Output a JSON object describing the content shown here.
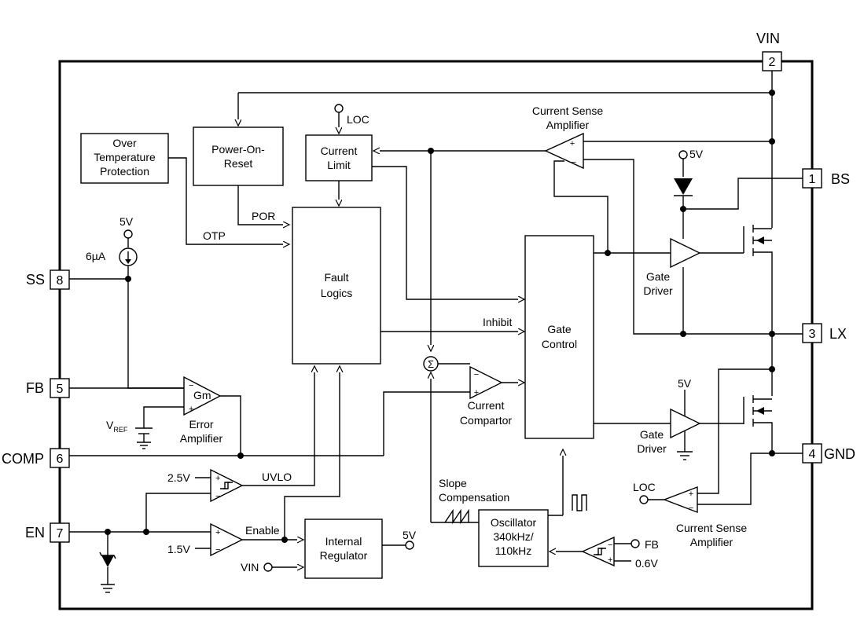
{
  "pins": {
    "vin": {
      "name": "VIN",
      "num": "2"
    },
    "bs": {
      "name": "BS",
      "num": "1"
    },
    "lx": {
      "name": "LX",
      "num": "3"
    },
    "gnd": {
      "name": "GND",
      "num": "4"
    },
    "ss": {
      "name": "SS",
      "num": "8"
    },
    "fb": {
      "name": "FB",
      "num": "5"
    },
    "comp": {
      "name": "COMP",
      "num": "6"
    },
    "en": {
      "name": "EN",
      "num": "7"
    }
  },
  "blocks": {
    "otp": [
      "Over",
      "Temperature",
      "Protection"
    ],
    "por": [
      "Power-On-",
      "Reset"
    ],
    "current_limit": [
      "Current",
      "Limit"
    ],
    "fault_logics": [
      "Fault",
      "Logics"
    ],
    "gate_control": [
      "Gate",
      "Control"
    ],
    "oscillator": [
      "Oscillator",
      "340kHz/",
      "110kHz"
    ],
    "internal_regulator": [
      "Internal",
      "Regulator"
    ]
  },
  "labels": {
    "loc_top": "LOC",
    "current_sense_amp_top": [
      "Current Sense",
      "Amplifier"
    ],
    "five_v_diode": "5V",
    "por_signal": "POR",
    "otp_signal": "OTP",
    "five_v_source": "5V",
    "current_6ua": "6µA",
    "gm": "Gm",
    "vref_main": "V",
    "vref_sub": "REF",
    "error_amp": [
      "Error",
      "Amplifier"
    ],
    "inhibit": "Inhibit",
    "current_comparator": [
      "Current",
      "Compartor"
    ],
    "gate_driver_top": [
      "Gate",
      "Driver"
    ],
    "gate_driver_bottom": [
      "Gate",
      "Driver"
    ],
    "five_v_low_driver": "5V",
    "uvlo_ref": "2.5V",
    "uvlo": "UVLO",
    "enable_ref": "1.5V",
    "enable": "Enable",
    "slope_comp": [
      "Slope",
      "Compensation"
    ],
    "regulator_out": "5V",
    "vin_in": "VIN",
    "loc_bottom": "LOC",
    "current_sense_amp_bottom": [
      "Current Sense",
      "Amplifier"
    ],
    "fb_in": "FB",
    "ref_06": "0.6V"
  }
}
